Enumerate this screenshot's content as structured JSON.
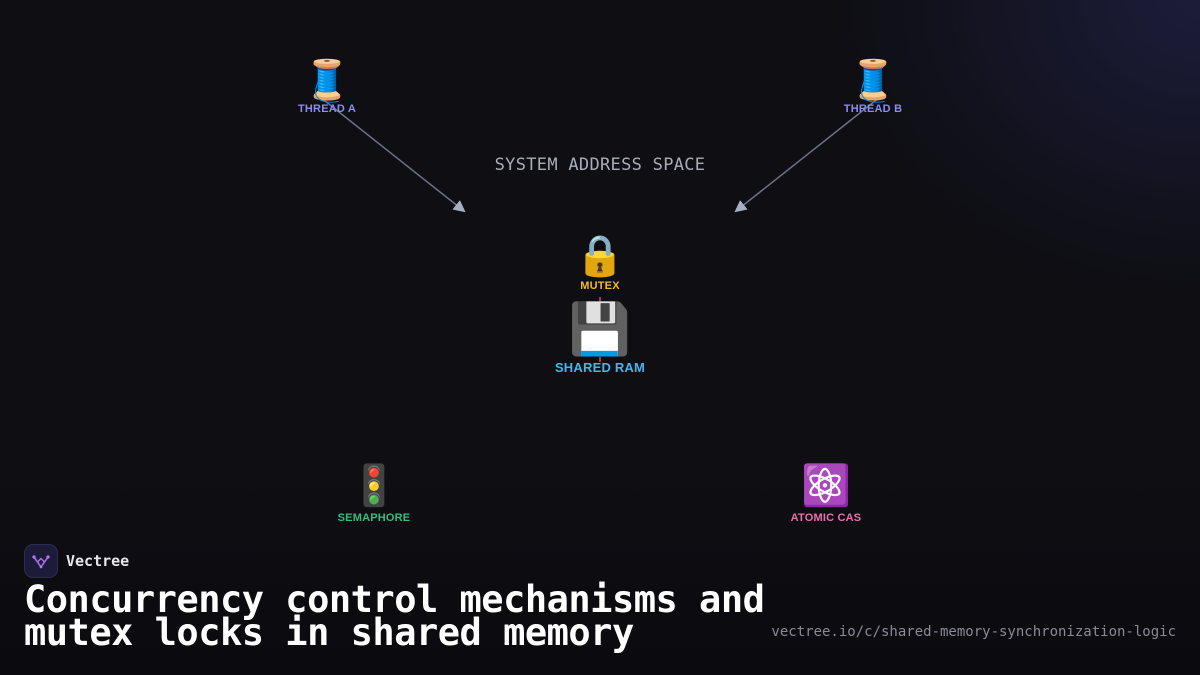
{
  "diagram": {
    "title": "SYSTEM ADDRESS SPACE",
    "nodes": {
      "thread_a": {
        "label": "THREAD A",
        "icon": "spool-of-thread-icon",
        "glyph": "🧵",
        "color": "#8b8bf0"
      },
      "thread_b": {
        "label": "THREAD B",
        "icon": "spool-of-thread-icon",
        "glyph": "🧵",
        "color": "#8b8bf0"
      },
      "mutex": {
        "label": "MUTEX",
        "icon": "lock-icon",
        "glyph": "🔒",
        "color": "#f5b82e"
      },
      "shared_ram": {
        "label": "SHARED RAM",
        "icon": "floppy-disk-icon",
        "glyph": "💾",
        "color": "#3fb8f0"
      },
      "semaphore": {
        "label": "SEMAPHORE",
        "icon": "traffic-light-icon",
        "glyph": "🚦",
        "color": "#2fbf7f"
      },
      "atomic_cas": {
        "label": "ATOMIC CAS",
        "icon": "atom-icon",
        "glyph": "⚛️",
        "color": "#ec6fb0"
      }
    },
    "colors": {
      "title": "#a9adb8",
      "edge": "#6b7384",
      "arrowhead": "#a7b0c2",
      "mutex_link": "#e0405a"
    }
  },
  "footer": {
    "brand_name": "Vectree",
    "brand_icon": "vectree-logo-icon",
    "headline": "Concurrency control mechanisms and mutex locks in shared memory",
    "url": "vectree.io/c/shared-memory-synchronization-logic"
  }
}
